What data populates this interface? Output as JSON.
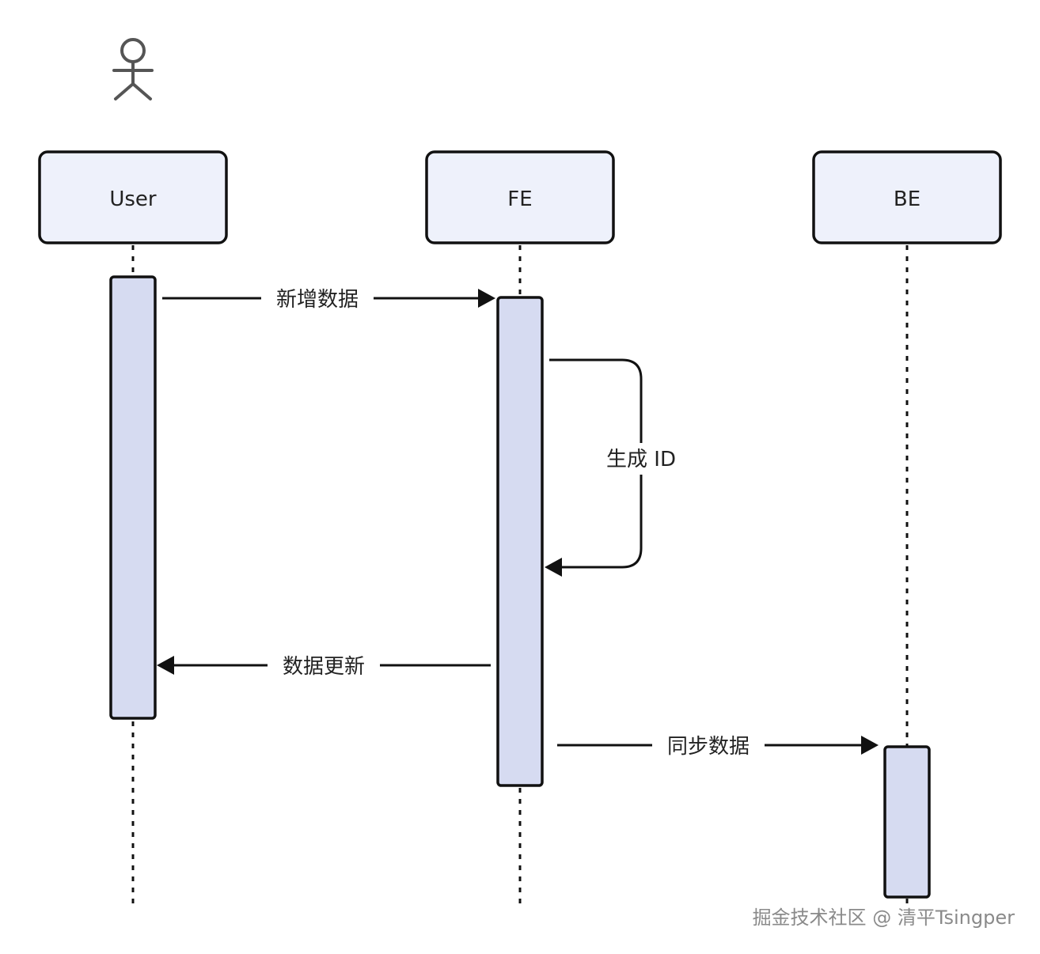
{
  "participants": [
    {
      "id": "user",
      "label": "User"
    },
    {
      "id": "fe",
      "label": "FE"
    },
    {
      "id": "be",
      "label": "BE"
    }
  ],
  "messages": [
    {
      "id": "msg-add-data",
      "from": "user",
      "to": "fe",
      "label": "新增数据"
    },
    {
      "id": "msg-generate-id",
      "from": "fe",
      "to": "fe",
      "label": "生成 ID"
    },
    {
      "id": "msg-data-update",
      "from": "fe",
      "to": "user",
      "label": "数据更新"
    },
    {
      "id": "msg-sync-data",
      "from": "fe",
      "to": "be",
      "label": "同步数据"
    }
  ],
  "watermark": "掘金技术社区 @ 清平Tsingper"
}
